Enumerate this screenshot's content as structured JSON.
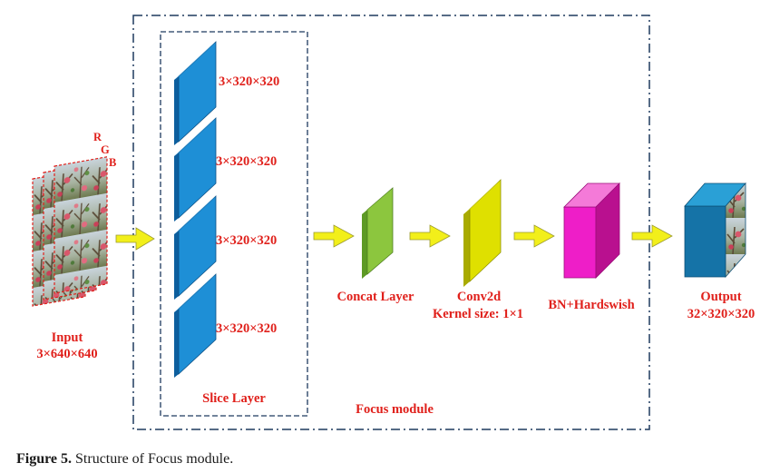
{
  "diagram": {
    "input": {
      "channels": [
        "R",
        "G",
        "B"
      ],
      "label": "Input",
      "dims": "3×640×640"
    },
    "slice_layer": {
      "label": "Slice Layer",
      "slices": [
        "3×320×320",
        "3×320×320",
        "3×320×320",
        "3×320×320"
      ]
    },
    "concat_layer": {
      "label": "Concat Layer"
    },
    "conv2d": {
      "label": "Conv2d",
      "kernel": "Kernel size: 1×1"
    },
    "bn": {
      "label": "BN+Hardswish"
    },
    "output": {
      "label": "Output",
      "dims": "32×320×320"
    },
    "module_label": "Focus module",
    "colors": {
      "slice_front": "#1e8fd6",
      "slice_side": "#0d5f9e",
      "concat_front": "#8cc63e",
      "concat_side": "#5d9a25",
      "conv_front": "#dfe000",
      "conv_side": "#a9ab00",
      "bn_front": "#ee1ec8",
      "bn_side": "#b9108f",
      "output_front": "#1573a7",
      "output_top": "#2aa0d6",
      "arrow": "#f2ef1a",
      "border": "#1e3a5f",
      "label": "#e0201b"
    }
  },
  "caption": {
    "figure": "Figure 5.",
    "text": "Structure of Focus module."
  }
}
